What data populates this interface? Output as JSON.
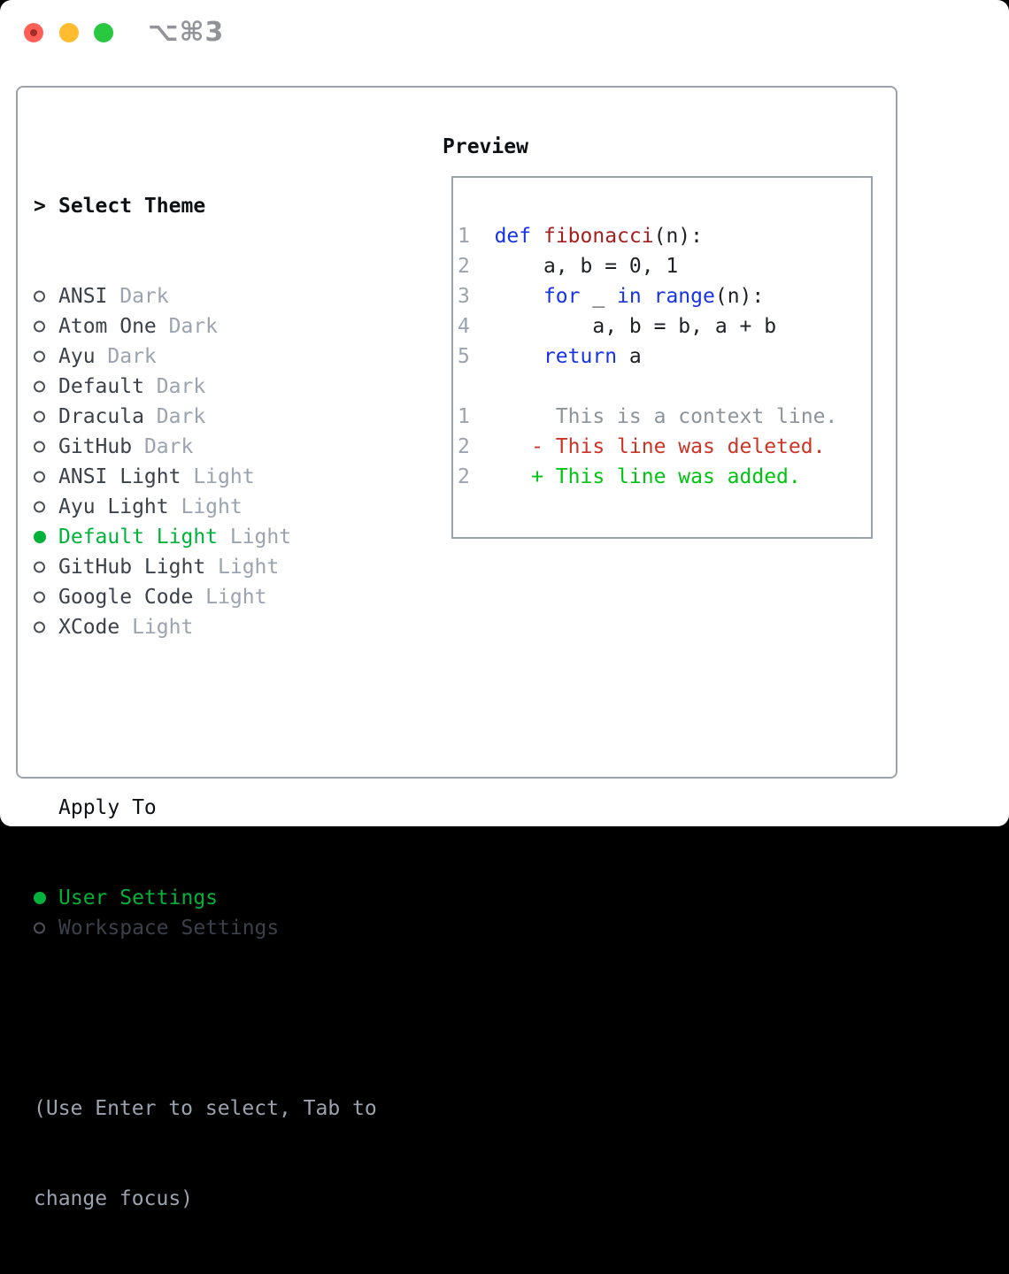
{
  "titlebar": {
    "shortcut": "⌥⌘3"
  },
  "colors": {
    "border": "#9aa3ae",
    "heading": "#0d1014",
    "text_dark": "#3b414a",
    "muted": "#9aa3af",
    "context_gray": "#8b939b",
    "radio_outline": "#4d525a",
    "accent_green": "#00b23a",
    "added_green": "#00c312",
    "deleted_red": "#cc3426",
    "keyword_blue": "#1733e3",
    "function_red": "#a32020",
    "code_text": "#1d2025",
    "traffic_red": "#ff5f57",
    "traffic_yellow": "#febc2e",
    "traffic_green": "#28c840",
    "shortcut_gray": "#919398"
  },
  "theme_picker": {
    "cursor": ">",
    "title": "Select Theme",
    "items": [
      {
        "name": "ANSI",
        "variant": "Dark",
        "selected": false
      },
      {
        "name": "Atom One",
        "variant": "Dark",
        "selected": false
      },
      {
        "name": "Ayu",
        "variant": "Dark",
        "selected": false
      },
      {
        "name": "Default",
        "variant": "Dark",
        "selected": false
      },
      {
        "name": "Dracula",
        "variant": "Dark",
        "selected": false
      },
      {
        "name": "GitHub",
        "variant": "Dark",
        "selected": false
      },
      {
        "name": "ANSI Light",
        "variant": "Light",
        "selected": false
      },
      {
        "name": "Ayu Light",
        "variant": "Light",
        "selected": false
      },
      {
        "name": "Default Light",
        "variant": "Light",
        "selected": true
      },
      {
        "name": "GitHub Light",
        "variant": "Light",
        "selected": false
      },
      {
        "name": "Google Code",
        "variant": "Light",
        "selected": false
      },
      {
        "name": "XCode",
        "variant": "Light",
        "selected": false
      }
    ]
  },
  "apply_to": {
    "title": "Apply To",
    "options": [
      {
        "label": "User Settings",
        "selected": true
      },
      {
        "label": "Workspace Settings",
        "selected": false
      }
    ]
  },
  "footer_hint_lines": [
    "(Use Enter to select, Tab to",
    "change focus)"
  ],
  "preview": {
    "title": "Preview",
    "lines": [
      [
        {
          "t": "1",
          "s": "gutter"
        },
        {
          "t": "  ",
          "s": "plain"
        },
        {
          "t": "def",
          "s": "keyword"
        },
        {
          "t": " ",
          "s": "plain"
        },
        {
          "t": "fibonacci",
          "s": "function"
        },
        {
          "t": "(n):",
          "s": "plain"
        }
      ],
      [
        {
          "t": "2",
          "s": "gutter"
        },
        {
          "t": "      ",
          "s": "plain"
        },
        {
          "t": "a, b = 0, 1",
          "s": "plain"
        }
      ],
      [
        {
          "t": "3",
          "s": "gutter"
        },
        {
          "t": "      ",
          "s": "plain"
        },
        {
          "t": "for",
          "s": "keyword"
        },
        {
          "t": " _ ",
          "s": "plain"
        },
        {
          "t": "in",
          "s": "keyword"
        },
        {
          "t": " ",
          "s": "plain"
        },
        {
          "t": "range",
          "s": "keyword"
        },
        {
          "t": "(n):",
          "s": "plain"
        }
      ],
      [
        {
          "t": "4",
          "s": "gutter"
        },
        {
          "t": "          ",
          "s": "plain"
        },
        {
          "t": "a, b = b, a + b",
          "s": "plain"
        }
      ],
      [
        {
          "t": "5",
          "s": "gutter"
        },
        {
          "t": "      ",
          "s": "plain"
        },
        {
          "t": "return",
          "s": "keyword"
        },
        {
          "t": " a",
          "s": "plain"
        }
      ],
      [],
      [
        {
          "t": "1",
          "s": "gutter"
        },
        {
          "t": "       ",
          "s": "plain"
        },
        {
          "t": "This is a context line.",
          "s": "context"
        }
      ],
      [
        {
          "t": "2",
          "s": "gutter"
        },
        {
          "t": "     ",
          "s": "plain"
        },
        {
          "t": "- This line was deleted.",
          "s": "deleted"
        }
      ],
      [
        {
          "t": "2",
          "s": "gutter"
        },
        {
          "t": "     ",
          "s": "plain"
        },
        {
          "t": "+ This line was added.",
          "s": "added"
        }
      ]
    ]
  }
}
